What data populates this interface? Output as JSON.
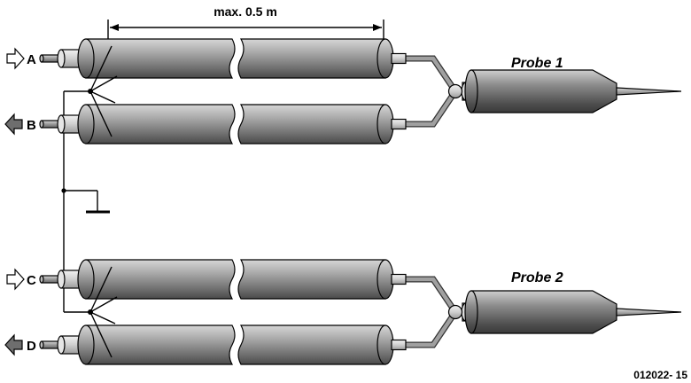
{
  "dimension": {
    "label": "max. 0.5 m"
  },
  "ports": [
    {
      "id": "A",
      "label": "A",
      "direction": "in"
    },
    {
      "id": "B",
      "label": "B",
      "direction": "out"
    },
    {
      "id": "C",
      "label": "C",
      "direction": "in"
    },
    {
      "id": "D",
      "label": "D",
      "direction": "out"
    }
  ],
  "probes": [
    {
      "label": "Probe 1"
    },
    {
      "label": "Probe 2"
    }
  ],
  "figure_number": "012022- 15",
  "colors": {
    "cable_dark": "#7a7a7a",
    "cable_light": "#bdbdbd",
    "wire_grey": "#9a9a9a",
    "arrow_out_fill": "#6e6e6e"
  },
  "icons": [
    "arrow-in-icon",
    "arrow-out-icon",
    "ground-symbol-icon",
    "probe-tip-icon"
  ]
}
